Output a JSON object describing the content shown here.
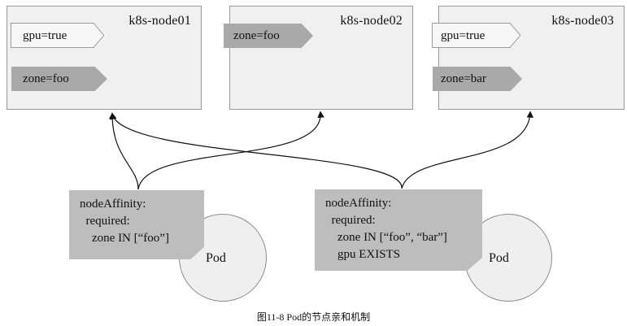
{
  "nodes": [
    {
      "name": "k8s-node01",
      "labels": [
        "gpu=true",
        "zone=foo"
      ]
    },
    {
      "name": "k8s-node02",
      "labels": [
        "zone=foo"
      ]
    },
    {
      "name": "k8s-node03",
      "labels": [
        "gpu=true",
        "zone=bar"
      ]
    }
  ],
  "pods": [
    {
      "affinity": [
        "nodeAffinity:",
        "  required:",
        "    zone IN [“foo”]"
      ],
      "label": "Pod"
    },
    {
      "affinity": [
        "nodeAffinity:",
        "  required:",
        "    zone IN [“foo”, “bar”]",
        "    gpu EXISTS"
      ],
      "label": "Pod"
    }
  ],
  "caption": "图11-8   Pod的节点亲和机制",
  "colors": {
    "node_bg": "#f0f0f0",
    "light_tag": "#f7f7f7",
    "dark_tag": "#a9a9a9",
    "note_bg": "#bdbdbd"
  }
}
